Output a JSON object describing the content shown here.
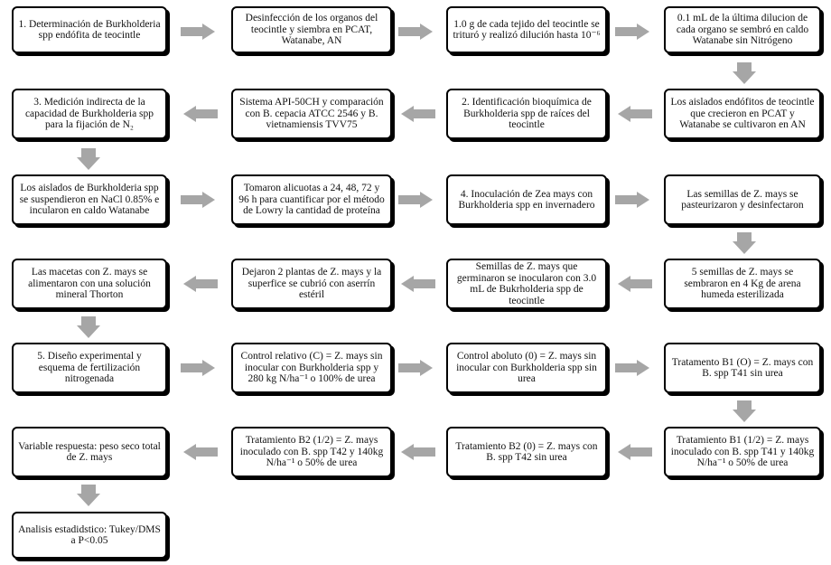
{
  "nodes": {
    "n1": "1.  Determinación de Burkholderia spp endófita de teocintle",
    "n2": "Desinfección de los organos del teocintle y siembra en PCAT, Watanabe, AN",
    "n3": "1.0 g de cada tejido del teocintle se trituró y realizó dilución hasta 10⁻⁶",
    "n4": "0.1 mL de la última dilucion de cada organo se sembró en caldo Watanabe sin Nitrógeno",
    "n5": "3. Medición indirecta de la capacidad de Burkholderia spp para la fijación de N₂",
    "n6": "Sistema API-50CH y comparación con B. cepacia ATCC 2546 y B. vietnamiensis TVV75",
    "n7": "2. Identificación bioquímica de Burkholderia spp de raíces del teocintle",
    "n8": "Los aislados endófitos de teocintle que crecieron en PCAT y Watanabe se cultivaron en AN",
    "n9": "Los aislados de Burkholderia spp se suspendieron en NaCl 0.85% e incularon en caldo Watanabe",
    "n10": "Tomaron alicuotas a 24, 48, 72 y 96 h para cuantificar por el método de Lowry la cantidad de proteína",
    "n11": "4. Inoculación de Zea mays con Burkholderia spp en invernadero",
    "n12": "Las semillas de Z. mays se pasteurizaron y desinfectaron",
    "n13": "Las macetas con Z. mays se alimentaron con una solución mineral Thorton",
    "n14": "Dejaron 2 plantas de Z. mays y la superfice se cubrió con aserrín estéril",
    "n15": "Semillas de Z. mays que germinaron se inocularon con 3.0 mL de Bukrholderia spp de teocintle",
    "n16": "5 semillas de Z. mays se sembraron en 4 Kg de arena humeda esterilizada",
    "n17": "5. Diseño experimental y esquema de fertilización nitrogenada",
    "n18": "Control relativo (C) = Z. mays sin inocular con Burkholderia spp y 280 kg N/ha⁻¹ o 100% de urea",
    "n19": "Control aboluto (0) = Z. mays sin inocular con Burkholderia spp sin urea",
    "n20": "Tratamento B1 (O) = Z. mays con B. spp T41 sin urea",
    "n21": "Variable respuesta: peso seco total de Z. mays",
    "n22": "Tratamiento B2 (1/2) = Z. mays inoculado con B. spp T42 y 140kg N/ha⁻¹ o 50% de urea",
    "n23": "Tratamiento B2 (0) = Z. mays con B. spp T42 sin urea",
    "n24": "Tratamiento B1 (1/2) = Z. mays inoculado con B. spp T41 y 140kg N/ha⁻¹ o 50% de urea",
    "n25": "Analisis estadidstico: Tukey/DMS a P<0.05"
  },
  "colors": {
    "arrow": "#a6a6a6",
    "border": "#000000"
  }
}
